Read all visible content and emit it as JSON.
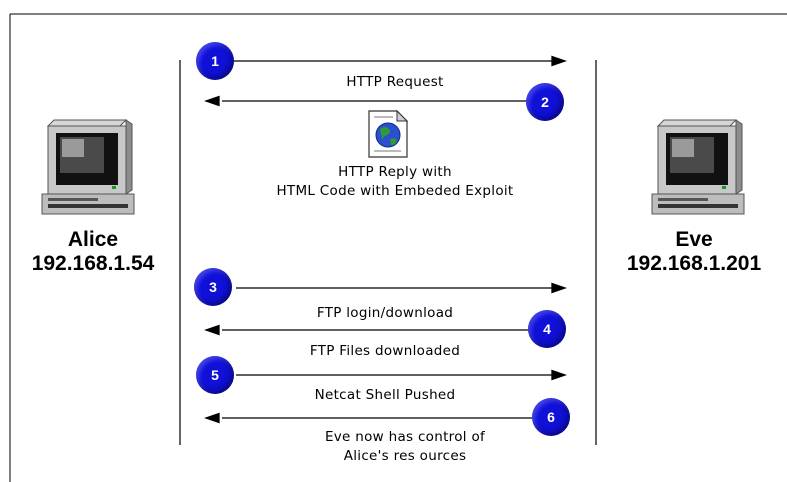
{
  "alice": {
    "name": "Alice",
    "ip": "192.168.1.54"
  },
  "eve": {
    "name": "Eve",
    "ip": "192.168.1.201"
  },
  "messages": {
    "http_request": "HTTP Request",
    "http_reply_line1": "HTTP Reply with",
    "http_reply_line2": "HTML Code with Embeded Exploit",
    "ftp_login": "FTP login/download",
    "ftp_files": "FTP Files downloaded",
    "netcat": "Netcat Shell Pushed",
    "control_line1": "Eve now has control of",
    "control_line2": "Alice's res ources"
  },
  "steps": [
    "1",
    "2",
    "3",
    "4",
    "5",
    "6"
  ],
  "icons": {
    "computer": "computer-icon",
    "document": "html-document-icon"
  },
  "colors": {
    "step_circle": "#1010d8",
    "line": "#000000"
  }
}
